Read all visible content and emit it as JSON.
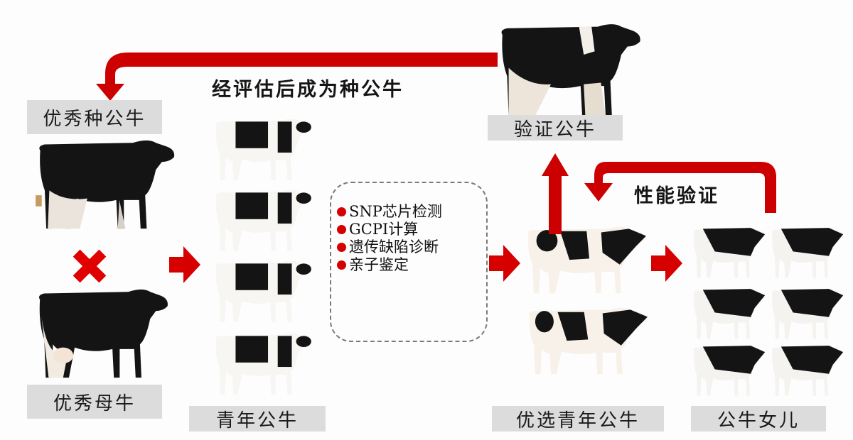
{
  "diagram": {
    "colors": {
      "arrow": "#cc0000",
      "label_bg": "#dcdcdc",
      "cow_black": "#141414",
      "cow_white": "#f7f3ee",
      "hoof": "#c9885a"
    },
    "top_loop_caption": "经评估后成为种公牛",
    "inner_loop_caption": "性能验证",
    "nodes": {
      "elite_sire": {
        "label": "优秀种公牛",
        "icon": "bull-icon"
      },
      "cross_mark": {
        "icon": "cross-icon",
        "meaning": "×"
      },
      "elite_dam": {
        "label": "优秀母牛",
        "icon": "cow-icon"
      },
      "young_bulls": {
        "label": "青年公牛",
        "count": 4,
        "icon": "calf-icon"
      },
      "selected_young_bulls": {
        "label": "优选青年公牛",
        "count": 2,
        "icon": "young-bull-icon"
      },
      "proven_bull": {
        "label": "验证公牛",
        "icon": "bull-icon"
      },
      "daughters": {
        "label": "公牛女儿",
        "count": 6,
        "icon": "heifer-icon"
      }
    },
    "genomic_testing": {
      "items": [
        "SNP芯片检测",
        "GCPI计算",
        "遗传缺陷诊断",
        "亲子鉴定"
      ]
    },
    "arrows": [
      {
        "from": "proven_bull",
        "to": "elite_sire",
        "label": "经评估后成为种公牛"
      },
      {
        "from": "parents",
        "to": "young_bulls"
      },
      {
        "from": "genomic_testing",
        "to": "selected_young_bulls"
      },
      {
        "from": "selected_young_bulls",
        "to": "daughters"
      },
      {
        "from": "selected_young_bulls",
        "to": "proven_bull"
      },
      {
        "from": "daughters",
        "to": "selected_young_bulls",
        "label": "性能验证"
      }
    ]
  }
}
